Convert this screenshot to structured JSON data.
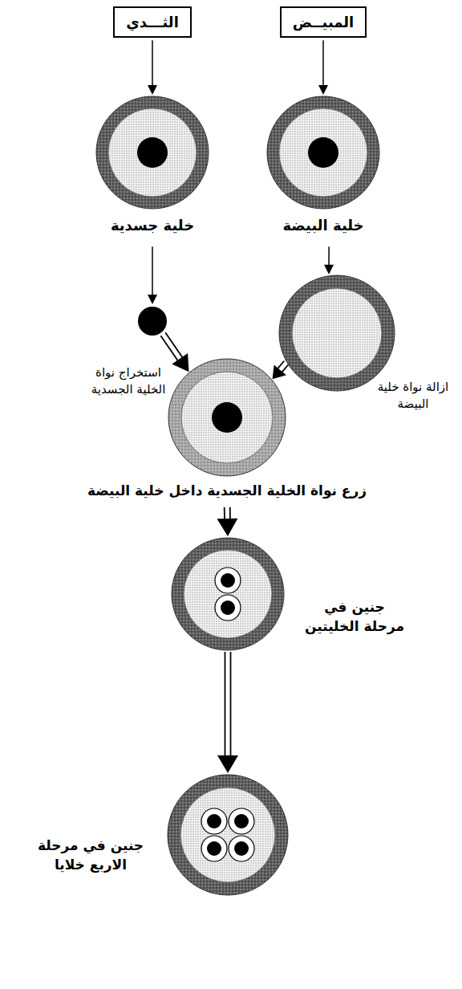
{
  "diagram": {
    "nodes": [
      {
        "text": [
          "الثـــدي"
        ]
      },
      {
        "text": [
          "المبيــض"
        ]
      },
      {
        "text": [
          "خلية جسدية"
        ]
      },
      {
        "text": [
          "خلية البيضة"
        ]
      },
      {
        "text": [
          "استخراج نواة الخلية الجسدية"
        ]
      },
      {
        "text": [
          "ازالة نواة خلية البيضة"
        ]
      },
      {
        "text": [
          "زرع نواة الخلية الجسدية داخل خلية البيضة"
        ]
      },
      {
        "text": [
          "جنين في مرحلة الخليتين"
        ]
      },
      {
        "text": [
          "جنين في مرحلة الاربع خلايا"
        ]
      }
    ],
    "edges": [
      {
        "from": 0,
        "to": 2,
        "arrow": "to"
      },
      {
        "from": 1,
        "to": 3,
        "arrow": "to"
      },
      {
        "from": 2,
        "to": 4,
        "arrow": "to"
      },
      {
        "from": 3,
        "to": 5,
        "arrow": "to"
      },
      {
        "from": 4,
        "to": 6,
        "arrow": "to"
      },
      {
        "from": 5,
        "to": 6,
        "arrow": "to"
      },
      {
        "from": 6,
        "to": 7,
        "arrow": "to"
      },
      {
        "from": 7,
        "to": 8,
        "arrow": "to"
      }
    ]
  }
}
